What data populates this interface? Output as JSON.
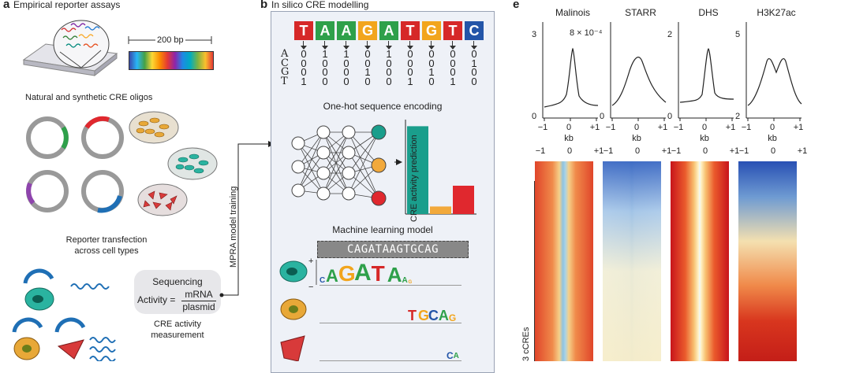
{
  "panel_a": {
    "letter": "a",
    "title": "Empirical reporter assays",
    "scale_label": "200 bp",
    "oligos_label": "Natural and synthetic CRE oligos",
    "transfection_label_1": "Reporter transfection",
    "transfection_label_2": "across cell types",
    "sequencing_label": "Sequencing",
    "activity_label": "Activity =",
    "mrna_label": "mRNA",
    "plasmid_label": "plasmid",
    "measure_label_1": "CRE activity",
    "measure_label_2": "measurement"
  },
  "training_label": "MPRA model training",
  "panel_b": {
    "letter": "b",
    "title": "In silico CRE modelling",
    "sequence": [
      "T",
      "A",
      "A",
      "G",
      "A",
      "T",
      "G",
      "T",
      "C"
    ],
    "seq_colors": {
      "A": "#2ea04a",
      "C": "#2355a8",
      "G": "#f2a51d",
      "T": "#d62828"
    },
    "matrix_rows": [
      "A",
      "C",
      "G",
      "T"
    ],
    "matrix": [
      [
        "0",
        "1",
        "1",
        "0",
        "1",
        "0",
        "0",
        "0",
        "0"
      ],
      [
        "0",
        "0",
        "0",
        "0",
        "0",
        "0",
        "0",
        "0",
        "1"
      ],
      [
        "0",
        "0",
        "0",
        "1",
        "0",
        "0",
        "1",
        "0",
        "0"
      ],
      [
        "1",
        "0",
        "0",
        "0",
        "0",
        "1",
        "0",
        "1",
        "0"
      ]
    ],
    "encoding_label": "One-hot sequence encoding",
    "prediction_axis_label": "CRE activity prediction",
    "prediction_values": [
      0.93,
      0.08,
      0.3
    ],
    "prediction_colors": [
      "#1a9e8c",
      "#f2a93b",
      "#e0282e"
    ],
    "ml_label": "Machine learning model",
    "motif_sequence": "CAGATAAGTGCAG",
    "plus_label": "+",
    "minus_label": "−",
    "motif_1": [
      "C",
      "A",
      "G",
      "A",
      "T",
      "A",
      "A",
      "G"
    ],
    "motif_2": [
      "T",
      "G",
      "C",
      "A",
      "G"
    ],
    "motif_3": [
      "C",
      "A"
    ]
  },
  "panel_e": {
    "letter": "e",
    "cre_label": "3 cCREs",
    "x_ticks": [
      "−1",
      "0",
      "+1"
    ],
    "kb_label": "kb",
    "profiles": [
      {
        "name": "Malinois",
        "y_ticks": [
          "3",
          "0"
        ],
        "exp_label": "8 × 10⁻⁴"
      },
      {
        "name": "STARR",
        "y_ticks": [
          "",
          "0"
        ],
        "exp_label": ""
      },
      {
        "name": "DHS",
        "y_ticks": [
          "2",
          "0"
        ],
        "exp_label": ""
      },
      {
        "name": "H3K27ac",
        "y_ticks": [
          "5",
          "2"
        ],
        "exp_label": ""
      }
    ]
  }
}
